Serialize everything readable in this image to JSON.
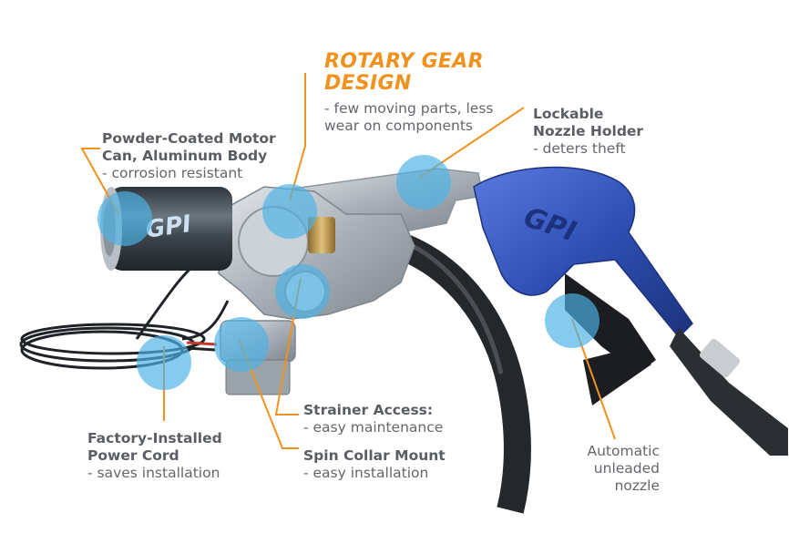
{
  "colors": {
    "callout_line": "#f0921e",
    "marker": "#4db3e6",
    "label_text": "#5a5e63",
    "featured_title": "#f0921e",
    "pump_body": "#b9bfc6",
    "motor": "#4a535c",
    "nozzle": "#2e4fb4",
    "hose": "#25282b"
  },
  "brand": {
    "motor_logo": "GPI",
    "nozzle_logo": "GPI"
  },
  "featured": {
    "title_line1": "ROTARY GEAR",
    "title_line2": "DESIGN",
    "desc_line1": "- few moving parts, less",
    "desc_line2": "wear on components"
  },
  "callouts": {
    "motor": {
      "title_line1": "Powder-Coated Motor",
      "title_line2": "Can, Aluminum Body",
      "desc_line1": "- corrosion resistant"
    },
    "holder": {
      "title_line1": "Lockable",
      "title_line2": "Nozzle Holder",
      "desc_line1": "- deters theft"
    },
    "strainer": {
      "title_line1": "Strainer Access:",
      "desc_line1": "- easy maintenance"
    },
    "collar": {
      "title_line1": "Spin Collar Mount",
      "desc_line1": "- easy installation"
    },
    "cord": {
      "title_line1": "Factory-Installed",
      "title_line2": "Power Cord",
      "desc_line1": "- saves installation"
    },
    "nozzle": {
      "line1": "Automatic",
      "line2": "unleaded",
      "line3": "nozzle"
    }
  }
}
